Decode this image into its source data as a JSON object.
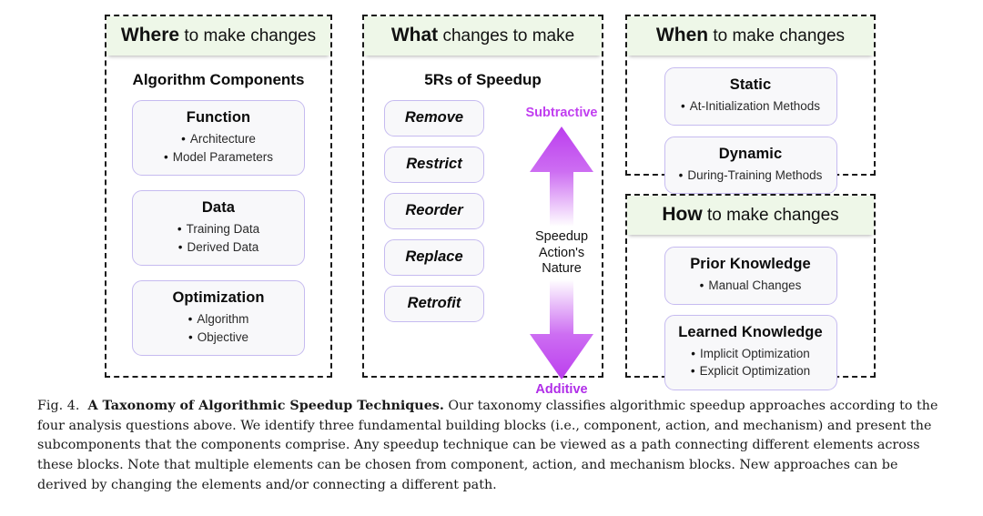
{
  "figure": {
    "panels": [
      {
        "id": "where",
        "header_lead": "Where",
        "header_rest": " to make changes",
        "section_title": "Algorithm Components",
        "cards": [
          {
            "title": "Function",
            "items": [
              "Architecture",
              "Model Parameters"
            ]
          },
          {
            "title": "Data",
            "items": [
              "Training Data",
              "Derived Data"
            ]
          },
          {
            "title": "Optimization",
            "items": [
              "Algorithm",
              "Objective"
            ]
          }
        ]
      },
      {
        "id": "what",
        "header_lead": "What",
        "header_rest": " changes to make",
        "section_title": "5Rs of Speedup",
        "pills": [
          "Remove",
          "Restrict",
          "Reorder",
          "Replace",
          "Retrofit"
        ],
        "arrow": {
          "top_label": "Subtractive",
          "bottom_label": "Additive",
          "middle_text": "Speedup\nAction's\nNature",
          "color_strong": "#c13ff0",
          "color_fade": "#ffffff"
        }
      },
      {
        "id": "when",
        "header_lead": "When",
        "header_rest": " to make changes",
        "section_title": "",
        "cards": [
          {
            "title": "Static",
            "items": [
              "At-Initialization Methods"
            ]
          },
          {
            "title": "Dynamic",
            "items": [
              "During-Training Methods"
            ]
          }
        ]
      },
      {
        "id": "how",
        "header_lead": "How",
        "header_rest": " to make changes",
        "section_title": "",
        "cards": [
          {
            "title": "Prior Knowledge",
            "items": [
              "Manual Changes"
            ]
          },
          {
            "title": "Learned Knowledge",
            "items": [
              "Implicit Optimization",
              "Explicit Optimization"
            ]
          }
        ]
      }
    ],
    "colors": {
      "header_bg": "#eef7e8",
      "card_border": "#c6bbf0",
      "card_bg": "#f8f8fa",
      "panel_border": "#1a1a1a",
      "accent_purple": "#c13ff0"
    }
  },
  "caption": {
    "label": "Fig. 4.",
    "title": "A Taxonomy of Algorithmic Speedup Techniques.",
    "body": "Our taxonomy classifies algorithmic speedup approaches according to the four analysis questions above. We identify three fundamental building blocks (i.e., component, action, and mechanism) and present the subcomponents that the components comprise. Any speedup technique can be viewed as a path connecting different elements across these blocks. Note that multiple elements can be chosen from component, action, and mechanism blocks. New approaches can be derived by changing the elements and/or connecting a different path."
  }
}
